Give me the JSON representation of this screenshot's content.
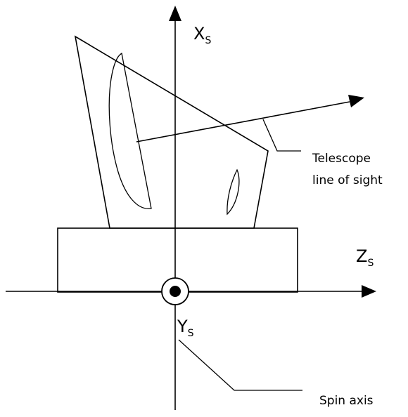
{
  "axes": {
    "x": {
      "main": "X",
      "sub": "S"
    },
    "z": {
      "main": "Z",
      "sub": "S"
    },
    "y": {
      "main": "Y",
      "sub": "S"
    }
  },
  "labels": {
    "telescope_line1": "Telescope",
    "telescope_line2": "line of sight",
    "spin_axis": "Spin axis"
  }
}
